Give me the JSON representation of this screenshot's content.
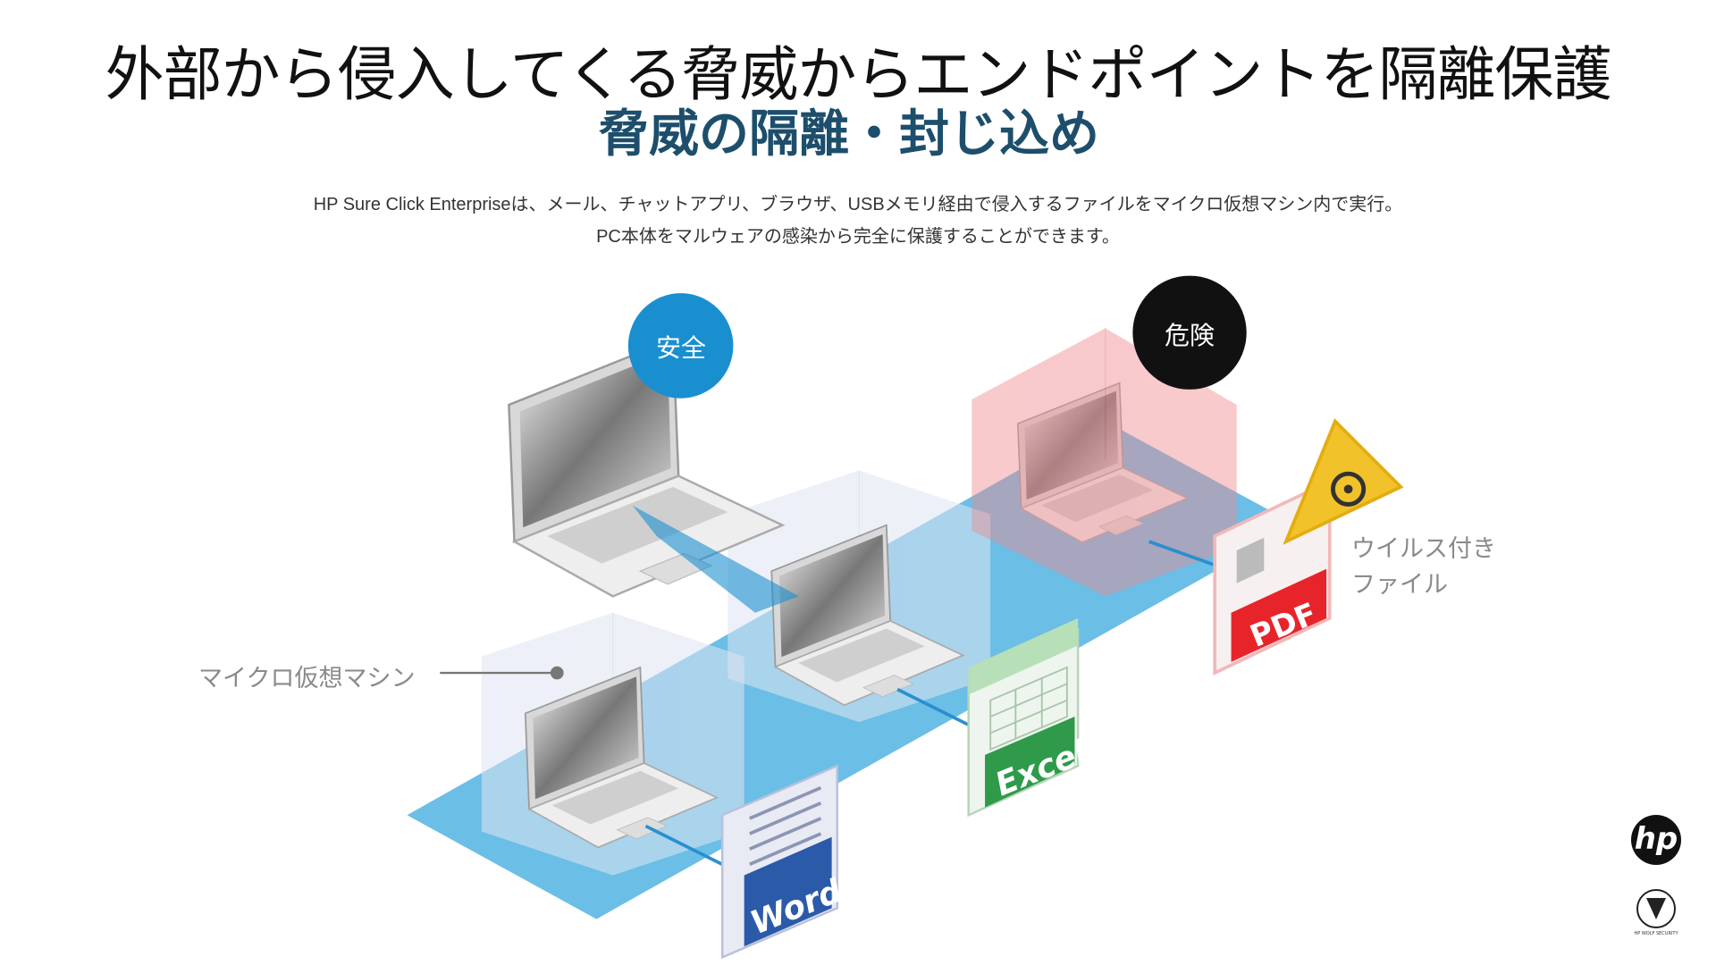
{
  "header": {
    "title": "外部から侵入してくる脅威からエンドポイントを隔離保護",
    "subtitle": "脅威の隔離・封じ込め"
  },
  "description": {
    "line1": "HP Sure Click Enterpriseは、メール、チャットアプリ、ブラウザ、USBメモリ経由で侵入するファイルをマイクロ仮想マシン内で実行。",
    "line2": "PC本体をマルウェアの感染から完全に保護することができます。"
  },
  "diagram": {
    "safe_label": "安全",
    "danger_label": "危険",
    "vm_label": "マイクロ仮想マシン",
    "virus_label_line1": "ウイルス付き",
    "virus_label_line2": "ファイル",
    "files": {
      "word": "Word",
      "excel": "Excel",
      "pdf": "PDF"
    },
    "colors": {
      "safe": "#1a8fd0",
      "danger": "#111111",
      "plane": "#3aa8dc",
      "word": "#2b5aa8",
      "excel": "#2e9a4a",
      "pdf": "#e8242b"
    }
  },
  "logos": {
    "hp": "hp",
    "wolf": "HP WOLF SECURITY"
  }
}
